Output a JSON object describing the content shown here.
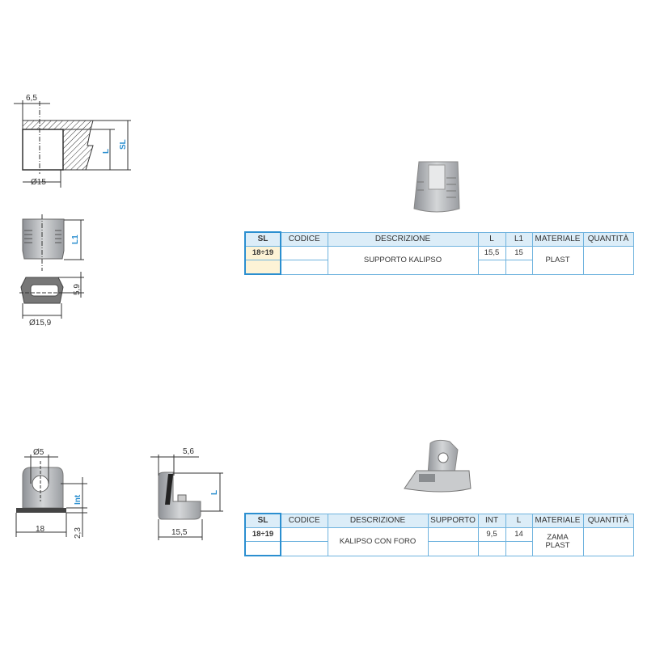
{
  "product1": {
    "drawing": {
      "dim_top": "6,5",
      "dim_dia": "Ø15",
      "label_l": "L",
      "label_sl": "SL",
      "label_l1": "L1",
      "dim_height": "5,9",
      "dim_dia2": "Ø15,9"
    },
    "table": {
      "headers": [
        "SL",
        "CODICE",
        "DESCRIZIONE",
        "L",
        "L1",
        "MATERIALE",
        "QUANTITÀ"
      ],
      "row": {
        "sl": "18÷19",
        "codice": "",
        "descrizione": "SUPPORTO KALIPSO",
        "l": "15,5",
        "l1": "15",
        "materiale": "PLAST",
        "quantita": ""
      }
    }
  },
  "product2": {
    "drawing": {
      "dim_dia": "Ø5",
      "label_int": "Int",
      "dim_width": "18",
      "dim_base": "2,3",
      "dim_top": "5,6",
      "label_l": "L",
      "dim_width2": "15,5"
    },
    "table": {
      "headers": [
        "SL",
        "CODICE",
        "DESCRIZIONE",
        "SUPPORTO",
        "INT",
        "L",
        "MATERIALE",
        "QUANTITÀ"
      ],
      "row": {
        "sl": "18÷19",
        "codice": "",
        "descrizione": "KALIPSO CON FORO",
        "supporto": "",
        "int": "9,5",
        "l": "14",
        "materiale1": "ZAMA",
        "materiale2": "PLAST",
        "quantita": ""
      }
    }
  }
}
